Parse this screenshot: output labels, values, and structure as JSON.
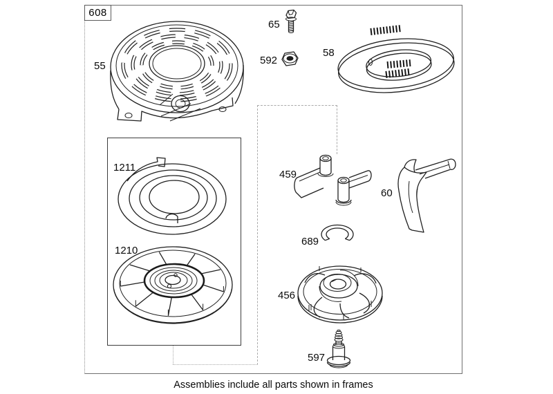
{
  "frame_label": "608",
  "caption": "Assemblies include all parts shown in frames",
  "parts": [
    {
      "number": "55",
      "depicts": "blower housing cover with vent slots"
    },
    {
      "number": "65",
      "depicts": "hex flange screw"
    },
    {
      "number": "592",
      "depicts": "hex lock nut"
    },
    {
      "number": "58",
      "depicts": "coiled starter rope with spring ends"
    },
    {
      "number": "1211",
      "depicts": "recoil starter spiral spring"
    },
    {
      "number": "1210",
      "depicts": "starter pulley with fan fins"
    },
    {
      "number": "459",
      "depicts": "starter pawl set (two pawls)"
    },
    {
      "number": "60",
      "depicts": "starter rope grip handle"
    },
    {
      "number": "689",
      "depicts": "retainer ring (c-clip)"
    },
    {
      "number": "456",
      "depicts": "pawl friction plate / clutch cover"
    },
    {
      "number": "597",
      "depicts": "shoulder screw"
    }
  ]
}
